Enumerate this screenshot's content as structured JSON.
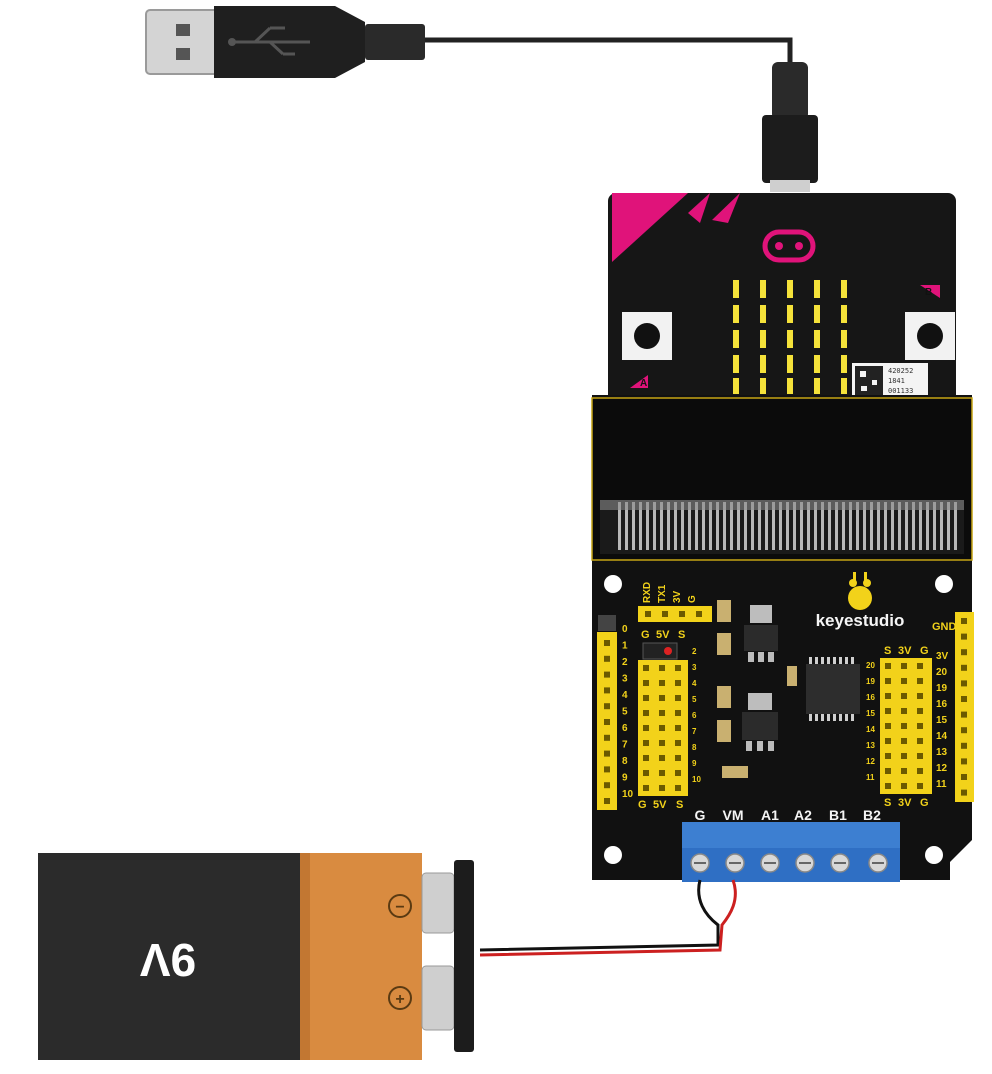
{
  "battery": {
    "label": "9V",
    "minus_symbol": "−",
    "plus_symbol": "+"
  },
  "brand": {
    "name": "keyestudio"
  },
  "microbit": {
    "button_a": "A",
    "button_b": "B",
    "serial_lines": [
      "420252",
      "1841",
      "001133"
    ]
  },
  "header_left": {
    "top_labels": [
      "RXD",
      "TX1",
      "3V",
      "G"
    ],
    "col_labels_top": [
      "G",
      "5V",
      "S"
    ],
    "col_labels_bottom": [
      "G",
      "5V",
      "S"
    ],
    "row_numbers": [
      "0",
      "1",
      "2",
      "3",
      "4",
      "5",
      "6",
      "7",
      "8",
      "9",
      "10"
    ]
  },
  "header_right": {
    "gnd_label": "GND",
    "col_labels_top": [
      "S",
      "3V",
      "G"
    ],
    "col_labels_bottom": [
      "S",
      "3V",
      "G"
    ],
    "row_numbers_left": [
      "20",
      "19",
      "16",
      "15",
      "14",
      "13",
      "12",
      "11"
    ],
    "row_numbers_right": [
      "3V",
      "20",
      "19",
      "16",
      "15",
      "14",
      "13",
      "12",
      "11"
    ]
  },
  "terminal": {
    "labels": [
      "G",
      "VM",
      "A1",
      "A2",
      "B1",
      "B2"
    ]
  },
  "colors": {
    "board": "#111111",
    "header_yellow": "#f2d21a",
    "microbit_pink": "#e0137a",
    "terminal_blue": "#2f6fc4",
    "battery_orange": "#d98b40",
    "wire_red": "#cc2020"
  }
}
